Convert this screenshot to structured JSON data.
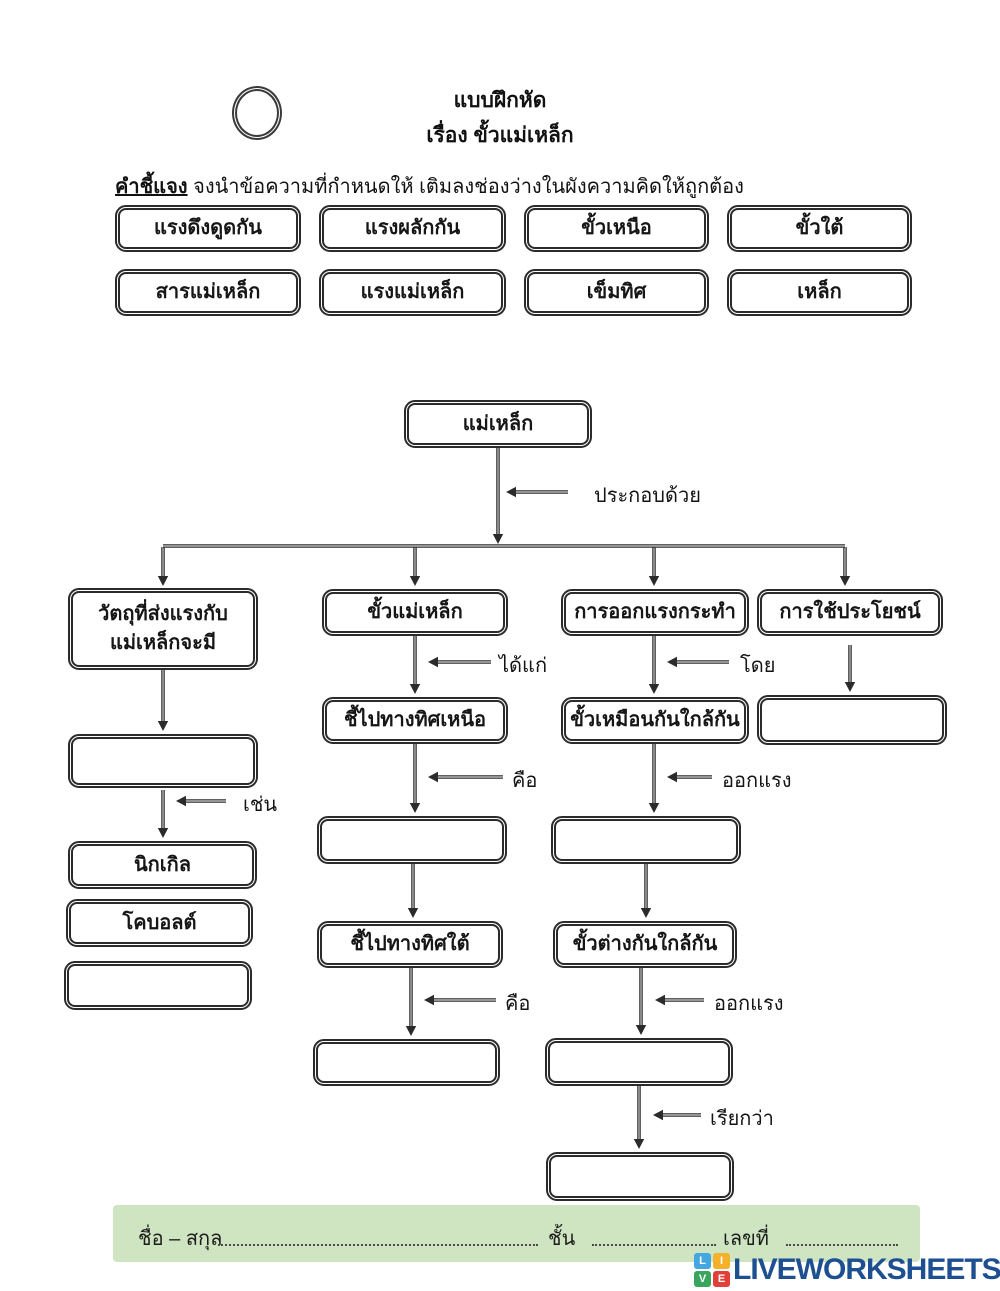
{
  "header": {
    "title_line1": "แบบฝึกหัด",
    "title_line2": "เรื่อง ขั้วแม่เหล็ก",
    "instructions_label": "คำชี้แจง",
    "instructions_text": "จงนำข้อความที่กำหนดให้ เติมลงช่องว่างในผังความคิดให้ถูกต้อง"
  },
  "word_bank": {
    "row1": [
      "แรงดึงดูดกัน",
      "แรงผลักกัน",
      "ขั้วเหนือ",
      "ขั้วใต้"
    ],
    "row2": [
      "สารแม่เหล็ก",
      "แรงแม่เหล็ก",
      "เข็มทิศ",
      "เหล็ก"
    ]
  },
  "diagram": {
    "root": "แม่เหล็ก",
    "branches": {
      "b1_line1": "วัตถุที่ส่งแรงกับ",
      "b1_line2": "แม่เหล็กจะมี",
      "b2": "ขั้วแม่เหล็ก",
      "b3": "การออกแรงกระทำ",
      "b4": "การใช้ประโยชน์"
    },
    "labels": {
      "composed_of": "ประกอบด้วย",
      "example": "เช่น",
      "namely": "ได้แก่",
      "is1": "คือ",
      "is2": "คือ",
      "by": "โดย",
      "force1": "ออกแรง",
      "force2": "ออกแรง",
      "called": "เรียกว่า"
    },
    "col1": {
      "nickel": "นิกเกิล",
      "cobalt": "โคบอลต์"
    },
    "col2": {
      "north": "ชี้ไปทางทิศเหนือ",
      "south": "ชี้ไปทางทิศใต้"
    },
    "col3": {
      "same_poles": "ขั้วเหมือนกันใกล้กัน",
      "diff_poles": "ขั้วต่างกันใกล้กัน"
    }
  },
  "footer": {
    "name_label": "ชื่อ – สกุล",
    "class_label": "ชั้น",
    "number_label": "เลขที่",
    "brand": "LIVEWORKSHEETS",
    "brand_tiles": [
      "L",
      "I",
      "V",
      "E"
    ]
  },
  "colors": {
    "ink": "#2b2b2b",
    "footer_bar": "#cfe4c0",
    "brand_blue": "#1d4f91",
    "tile_l": "#45a7e0",
    "tile_i": "#f3b229",
    "tile_v": "#3aa55c",
    "tile_e": "#e13f3a"
  }
}
